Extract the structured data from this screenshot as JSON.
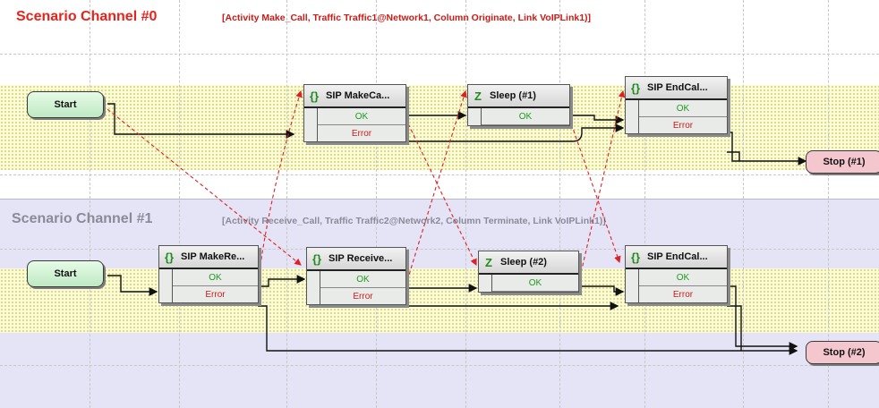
{
  "channels": [
    {
      "title": "Scenario Channel #0",
      "info": "[Activity Make_Call, Traffic Traffic1@Network1, Column Originate, Link VoIPLink1)]",
      "start_label": "Start",
      "stop_label": "Stop (#1)",
      "nodes": [
        {
          "icon": "{}",
          "label": "SIP MakeCa...",
          "ok": "OK",
          "error": "Error"
        },
        {
          "icon": "Z",
          "label": "Sleep (#1)",
          "ok": "OK"
        },
        {
          "icon": "{}",
          "label": "SIP EndCal...",
          "ok": "OK",
          "error": "Error"
        }
      ]
    },
    {
      "title": "Scenario Channel #1",
      "info": "[Activity Receive_Call, Traffic Traffic2@Network2, Column Terminate, Link VoIPLink1)]",
      "start_label": "Start",
      "stop_label": "Stop (#2)",
      "nodes": [
        {
          "icon": "{}",
          "label": "SIP MakeRe...",
          "ok": "OK",
          "error": "Error"
        },
        {
          "icon": "{}",
          "label": "SIP Receive...",
          "ok": "OK",
          "error": "Error"
        },
        {
          "icon": "Z",
          "label": "Sleep (#2)",
          "ok": "OK"
        },
        {
          "icon": "{}",
          "label": "SIP EndCal...",
          "ok": "OK",
          "error": "Error"
        }
      ]
    }
  ],
  "colors": {
    "channel0_title": "#e8231c",
    "channel1_title": "#8a8a9a",
    "ok_port": "#1e9a1e",
    "error_port": "#cc1c1c",
    "sync_link": "#e02020",
    "flow_link": "#111111",
    "start_fill": "#bfe9c4",
    "stop_fill": "#f4c6cd",
    "channel1_band": "#e4e4f6",
    "dotted_lane": "#fbfbd6"
  },
  "icons": {
    "script_node": "braces-icon",
    "sleep_node": "sleep-z-icon"
  }
}
